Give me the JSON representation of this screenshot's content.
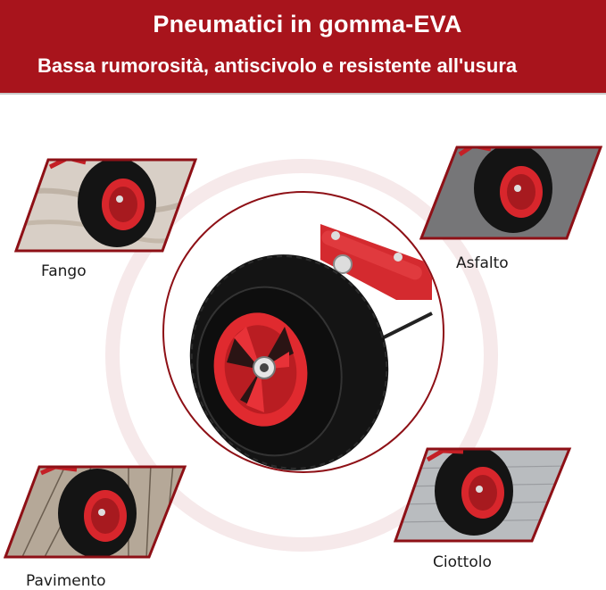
{
  "header": {
    "title": "Pneumatici in gomma-EVA",
    "subtitle": "Bassa rumorosità, antiscivolo e resistente all'usura",
    "background_color": "#a8141c"
  },
  "center": {
    "image": "wheel-closeup-icon",
    "ring_color": "#8e1016"
  },
  "surfaces": [
    {
      "label": "Fango",
      "image": "wheel-on-mud"
    },
    {
      "label": "Asfalto",
      "image": "wheel-on-asphalt"
    },
    {
      "label": "Pavimento",
      "image": "wheel-on-wood-floor"
    },
    {
      "label": "Ciottolo",
      "image": "wheel-on-cobblestone"
    }
  ],
  "colors": {
    "frame": "#8e1016",
    "rim": "#d8262c",
    "tire": "#151515"
  }
}
